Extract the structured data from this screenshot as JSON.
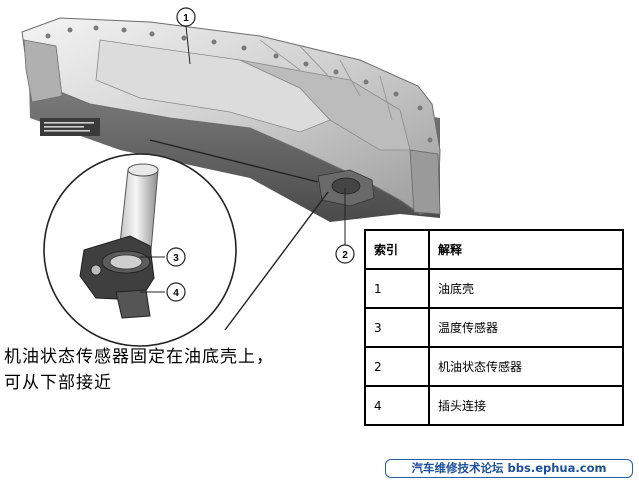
{
  "callouts": {
    "c1": "1",
    "c2": "2",
    "c3": "3",
    "c4": "4"
  },
  "legend": {
    "header": {
      "index": "索引",
      "description": "解释"
    },
    "rows": [
      {
        "index": "1",
        "description": "油底壳"
      },
      {
        "index": "3",
        "description": "温度传感器"
      },
      {
        "index": "2",
        "description": "机油状态传感器"
      },
      {
        "index": "4",
        "description": "插头连接"
      }
    ]
  },
  "caption": {
    "line1": "机油状态传感器固定在油底壳上，",
    "line2": "可从下部接近"
  },
  "watermark": "汽车维修技术论坛 bbs.ephua.com"
}
